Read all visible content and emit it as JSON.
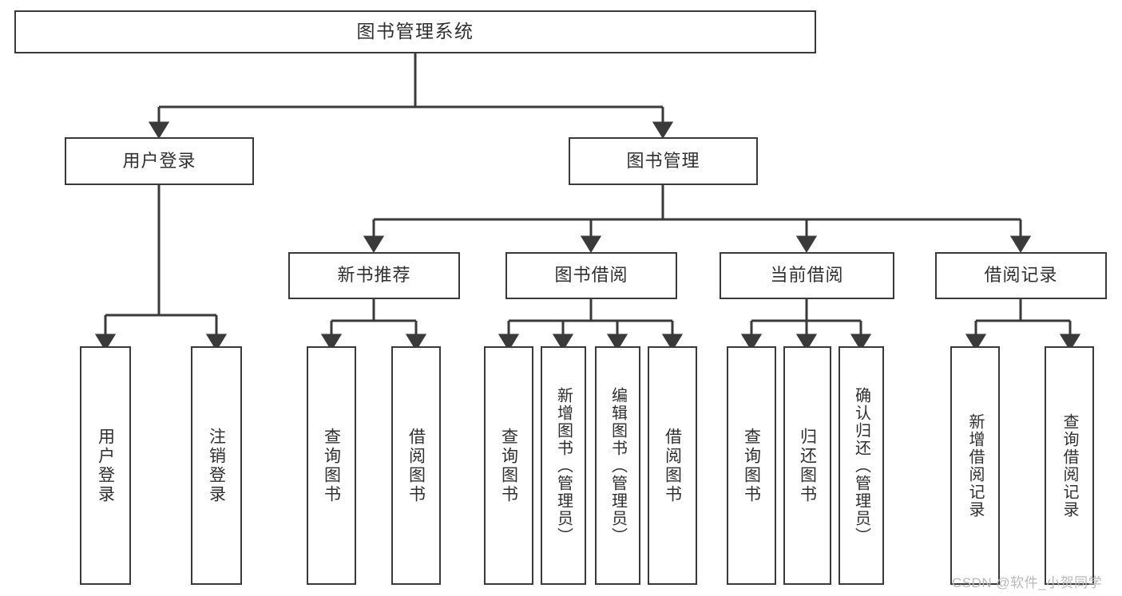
{
  "diagram": {
    "title": "图书管理系统",
    "type": "hierarchy-tree",
    "stroke_color": "#3a3a3a",
    "text_color": "#2f2f2f",
    "background_color": "#ffffff",
    "nodes": {
      "root": {
        "label": "图书管理系统"
      },
      "level1": [
        {
          "label": "用户登录"
        },
        {
          "label": "图书管理"
        }
      ],
      "level2": [
        {
          "label": "新书推荐"
        },
        {
          "label": "图书借阅"
        },
        {
          "label": "当前借阅"
        },
        {
          "label": "借阅记录"
        }
      ],
      "leaves": {
        "user_login": [
          {
            "label": "用户登录"
          },
          {
            "label": "注销登录"
          }
        ],
        "new_book_recommend": [
          {
            "label": "查询图书"
          },
          {
            "label": "借阅图书"
          }
        ],
        "book_borrow": [
          {
            "label": "查询图书"
          },
          {
            "label": "新增图书（管理员）"
          },
          {
            "label": "编辑图书（管理员）"
          },
          {
            "label": "借阅图书"
          }
        ],
        "current_borrow": [
          {
            "label": "查询图书"
          },
          {
            "label": "归还图书"
          },
          {
            "label": "确认归还（管理员）"
          }
        ],
        "borrow_record": [
          {
            "label": "新增借阅记录"
          },
          {
            "label": "查询借阅记录"
          }
        ]
      }
    }
  },
  "watermark": {
    "text": "CSDN @软件_小贺同学"
  }
}
